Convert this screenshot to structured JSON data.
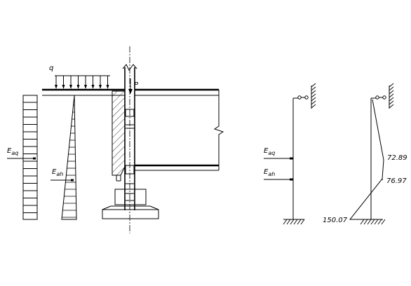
{
  "labels": {
    "q": "q",
    "p": "P",
    "e_aq": "E",
    "e_aq_sub": "aq",
    "e_ah": "E",
    "e_ah_sub": "ah",
    "right_e_aq": "E",
    "right_e_aq_sub": "aq",
    "right_e_ah": "E",
    "right_e_ah_sub": "ah"
  },
  "moment_values": {
    "upper": "72.89",
    "middle": "76.97",
    "base": "150.07"
  },
  "colors": {
    "line": "#000000",
    "background": "#ffffff"
  }
}
